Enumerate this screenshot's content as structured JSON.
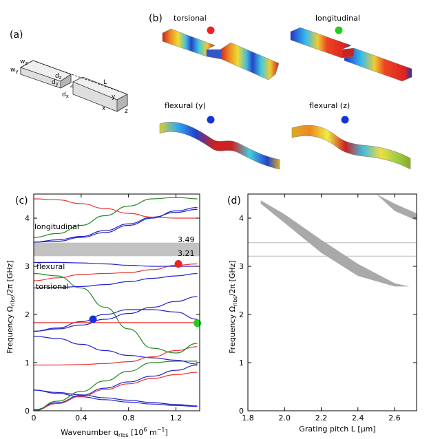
{
  "panels": {
    "a": "(a)",
    "b": "(b)",
    "c": "(c)",
    "d": "(d)"
  },
  "geometry_labels": {
    "wz": "w",
    "wz_sub": "z",
    "wy": "w",
    "wy_sub": "y",
    "dz": "d",
    "dz_sub": "z",
    "dy": "d",
    "dy_sub": "y",
    "dx": "d",
    "dx_sub": "x",
    "L": "L",
    "x": "x",
    "y": "y",
    "z": "z"
  },
  "modes": [
    {
      "title": "torsional",
      "dot_color": "#ee2222"
    },
    {
      "title": "longitudinal",
      "dot_color": "#22cc22"
    },
    {
      "title": "flexural (y)",
      "dot_color": "#1133dd"
    },
    {
      "title": "flexural (z)",
      "dot_color": "#1133dd"
    }
  ],
  "chart_data": [
    {
      "type": "line",
      "panel": "(c)",
      "xlabel": "Wavenumber q",
      "xlabel_sub": "ribs",
      "xlabel_tail": " [10",
      "xlabel_sup1": "6",
      "xlabel_tail2": " m",
      "xlabel_sup2": "−1",
      "xlabel_end": "]",
      "ylabel": "Frequency Ω",
      "ylabel_sub": "ribs",
      "ylabel_tail": "/2π [GHz]",
      "xlim": [
        0,
        1.4
      ],
      "ylim": [
        0,
        4.5
      ],
      "x_ticks": [
        0,
        0.4,
        0.8,
        1.2
      ],
      "x_tick_labels": [
        "0",
        "0.4",
        "0.8",
        "1.2"
      ],
      "y_ticks": [
        0,
        1,
        2,
        3,
        4
      ],
      "y_tick_labels": [
        "0",
        "1",
        "2",
        "3",
        "4"
      ],
      "band_gap": [
        3.21,
        3.49
      ],
      "band_gap_labels": [
        "3.49",
        "3.21"
      ],
      "annotations": {
        "longitudinal": "longitudinal",
        "flexural": "flexural",
        "torsional": "torsional"
      },
      "markers": [
        {
          "x": 1.22,
          "y": 3.05,
          "color": "#ee2222"
        },
        {
          "x": 0.5,
          "y": 1.9,
          "color": "#1133dd"
        },
        {
          "x": 1.38,
          "y": 1.82,
          "color": "#22cc22"
        }
      ],
      "series": [
        {
          "color": "#2222cc",
          "x": [
            0,
            0.2,
            0.4,
            0.6,
            0.8,
            1.0,
            1.2,
            1.38
          ],
          "y": [
            0.43,
            0.38,
            0.33,
            0.27,
            0.22,
            0.17,
            0.13,
            0.1
          ]
        },
        {
          "color": "#2222cc",
          "x": [
            0,
            0.2,
            0.4,
            0.6,
            0.8,
            1.0,
            1.2,
            1.38
          ],
          "y": [
            0.43,
            0.36,
            0.29,
            0.23,
            0.18,
            0.14,
            0.11,
            0.09
          ]
        },
        {
          "color": "#ee3333",
          "x": [
            0,
            0.2,
            0.4,
            0.6,
            0.8,
            1.0,
            1.2,
            1.38
          ],
          "y": [
            0,
            0.15,
            0.3,
            0.44,
            0.56,
            0.67,
            0.75,
            0.8
          ]
        },
        {
          "color": "#2222cc",
          "x": [
            0,
            0.2,
            0.4,
            0.6,
            0.8,
            1.0,
            1.2,
            1.38
          ],
          "y": [
            0.02,
            0.17,
            0.32,
            0.47,
            0.6,
            0.72,
            0.84,
            0.95
          ]
        },
        {
          "color": "#228822",
          "x": [
            0,
            0.2,
            0.4,
            0.6,
            0.8,
            1.0,
            1.2,
            1.38
          ],
          "y": [
            0,
            0.2,
            0.4,
            0.62,
            0.82,
            1.0,
            1.03,
            1.03
          ]
        },
        {
          "color": "#2222cc",
          "x": [
            0,
            0.2,
            0.4,
            0.6,
            0.8,
            1.0,
            1.2,
            1.38
          ],
          "y": [
            1.55,
            1.5,
            1.38,
            1.25,
            1.15,
            1.1,
            1.05,
            0.97
          ]
        },
        {
          "color": "#ee3333",
          "x": [
            0,
            0.2,
            0.4,
            0.6,
            0.8,
            1.0,
            1.2,
            1.38
          ],
          "y": [
            0.95,
            0.95,
            0.96,
            0.98,
            1.02,
            1.12,
            1.25,
            1.33
          ]
        },
        {
          "color": "#228822",
          "x": [
            0,
            0.2,
            0.4,
            0.6,
            0.8,
            1.0,
            1.2,
            1.38
          ],
          "y": [
            2.85,
            2.8,
            2.55,
            2.15,
            1.7,
            1.3,
            1.2,
            1.4
          ]
        },
        {
          "color": "#2222cc",
          "x": [
            0,
            0.2,
            0.4,
            0.6,
            0.8,
            1.0,
            1.2,
            1.38
          ],
          "y": [
            1.65,
            1.72,
            1.85,
            2.0,
            2.1,
            2.1,
            2.05,
            1.9
          ]
        },
        {
          "color": "#2222cc",
          "x": [
            0,
            0.2,
            0.4,
            0.6,
            0.8,
            1.0,
            1.2,
            1.38
          ],
          "y": [
            1.65,
            1.7,
            1.78,
            1.9,
            2.02,
            2.15,
            2.27,
            2.37
          ]
        },
        {
          "color": "#ee3333",
          "x": [
            0,
            0.2,
            0.4,
            0.6,
            0.8,
            1.0,
            1.2,
            1.38
          ],
          "y": [
            1.83,
            1.83,
            1.83,
            1.83,
            1.83,
            1.83,
            1.83,
            1.83
          ]
        },
        {
          "color": "#2222cc",
          "x": [
            0,
            0.2,
            0.4,
            0.6,
            0.8,
            1.0,
            1.2,
            1.38
          ],
          "y": [
            2.55,
            2.56,
            2.58,
            2.62,
            2.68,
            2.75,
            2.8,
            2.85
          ]
        },
        {
          "color": "#ee3333",
          "x": [
            0,
            0.2,
            0.4,
            0.6,
            0.8,
            1.0,
            1.2,
            1.38
          ],
          "y": [
            2.7,
            2.76,
            2.83,
            2.85,
            2.87,
            2.93,
            3.02,
            3.05
          ]
        },
        {
          "color": "#2222cc",
          "x": [
            0,
            0.2,
            0.4,
            0.6,
            0.8,
            1.0,
            1.2,
            1.38
          ],
          "y": [
            3.08,
            3.08,
            3.07,
            3.05,
            3.02,
            3.0,
            3.0,
            3.0
          ]
        },
        {
          "color": "#2222cc",
          "x": [
            0,
            0.2,
            0.4,
            0.6,
            0.8,
            1.0,
            1.2,
            1.38
          ],
          "y": [
            3.5,
            3.52,
            3.6,
            3.7,
            3.85,
            4.0,
            4.15,
            4.22
          ]
        },
        {
          "color": "#2222cc",
          "x": [
            0,
            0.2,
            0.4,
            0.6,
            0.8,
            1.0,
            1.2,
            1.38
          ],
          "y": [
            3.5,
            3.55,
            3.62,
            3.74,
            3.88,
            4.02,
            4.12,
            4.18
          ]
        },
        {
          "color": "#228822",
          "x": [
            0,
            0.2,
            0.4,
            0.6,
            0.8,
            1.0,
            1.2,
            1.38
          ],
          "y": [
            3.6,
            3.68,
            3.85,
            4.05,
            4.25,
            4.4,
            4.43,
            4.4
          ]
        },
        {
          "color": "#ee3333",
          "x": [
            0,
            0.2,
            0.4,
            0.6,
            0.8,
            1.0,
            1.2,
            1.38
          ],
          "y": [
            4.4,
            4.38,
            4.3,
            4.2,
            4.1,
            4.02,
            4.0,
            4.0
          ]
        }
      ]
    },
    {
      "type": "area",
      "panel": "(d)",
      "xlabel": "Grating pitch L [μm]",
      "ylabel": "Frequency Ω",
      "ylabel_sub": "ribs",
      "ylabel_tail": "/2π [GHz]",
      "xlim": [
        1.8,
        2.72
      ],
      "ylim": [
        0,
        4.5
      ],
      "x_ticks": [
        1.8,
        2.0,
        2.2,
        2.4,
        2.6
      ],
      "x_tick_labels": [
        "1.8",
        "2.0",
        "2.2",
        "2.4",
        "2.6"
      ],
      "y_ticks": [
        0,
        1,
        2,
        3,
        4
      ],
      "y_tick_labels": [
        "0",
        "1",
        "2",
        "3",
        "4"
      ],
      "hlines": [
        3.21,
        3.49
      ],
      "bands": [
        {
          "x": [
            1.87,
            2.0,
            2.2,
            2.4,
            2.6,
            2.68
          ],
          "upper": [
            4.37,
            4.08,
            3.55,
            3.05,
            2.65,
            2.58
          ],
          "lower": [
            4.3,
            3.9,
            3.28,
            2.8,
            2.58,
            2.58
          ]
        },
        {
          "x": [
            2.5,
            2.6,
            2.72
          ],
          "upper": [
            4.5,
            4.3,
            4.1
          ],
          "lower": [
            4.5,
            4.15,
            3.95
          ]
        }
      ]
    }
  ]
}
